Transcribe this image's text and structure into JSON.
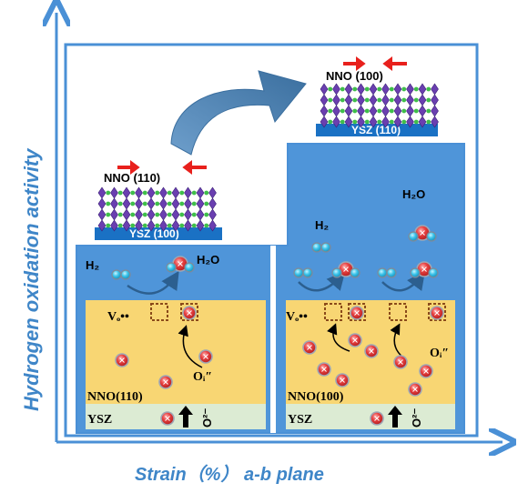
{
  "axes": {
    "y_label": "Hydrogen oxidation activity",
    "x_label": "Strain（%） a-b plane"
  },
  "left_panel": {
    "film_label": "NNO (110)",
    "substrate_label": "YSZ (100)",
    "h2_label": "H₂",
    "h2o_label": "H₂O",
    "vacancy_label": "Vₒ••",
    "interstitial_label": "Oᵢ″",
    "layer_label": "NNO(110)",
    "ysz_label": "YSZ",
    "o2_label": "O²⁻"
  },
  "right_panel": {
    "film_label": "NNO (100)",
    "substrate_label": "YSZ (110)",
    "h2_label": "H₂",
    "h2o_label": "H₂O",
    "vacancy_label": "Vₒ••",
    "interstitial_label": "Oᵢ″",
    "layer_label": "NNO(100)",
    "ysz_label": "YSZ",
    "o2_label": "O²⁻"
  },
  "colors": {
    "axis": "#4a90d6",
    "panel_bg": "#4f95d9",
    "layer": "#f8d673",
    "ysz_strip": "#dcebd3",
    "substrate_bar": "#1a71c4",
    "strain_arrow": "#e8201c",
    "big_arrow": "#4a7cab",
    "atom_red": "#e23c3c",
    "atom_cyan": "#3fc7ea"
  }
}
